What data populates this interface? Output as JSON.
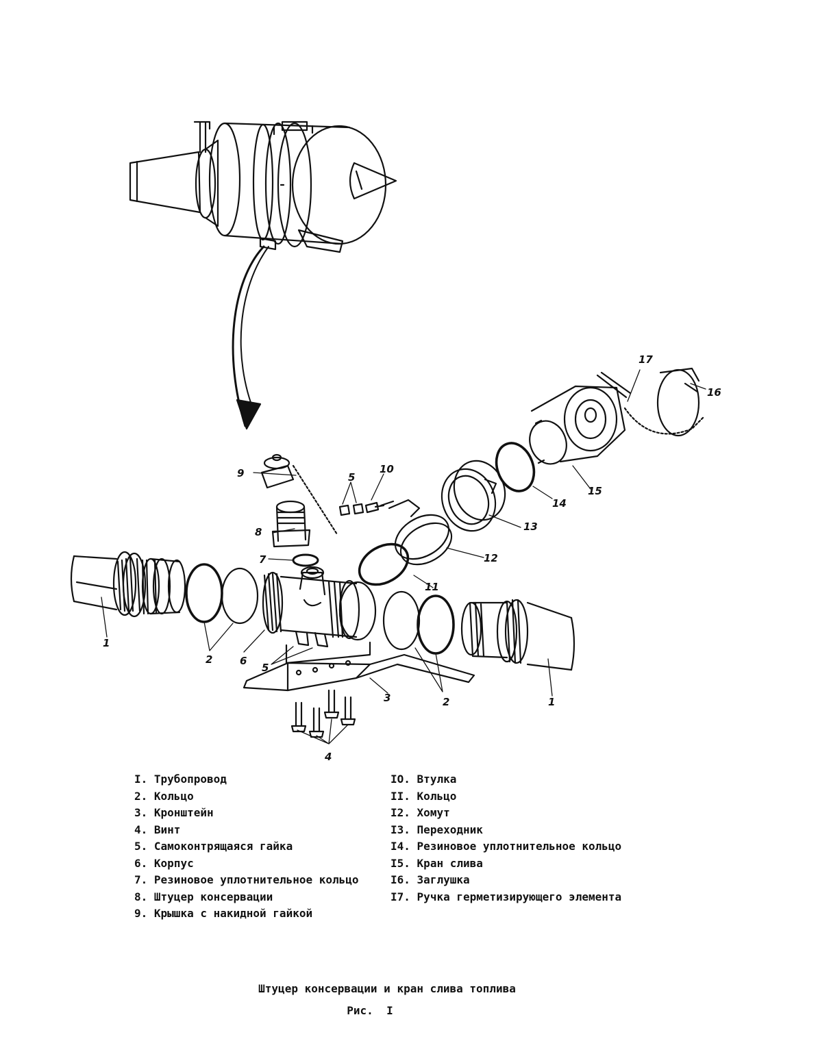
{
  "callouts": {
    "c1_left": "1",
    "c1_right": "1",
    "c2_left": "2",
    "c2_right": "2",
    "c3": "3",
    "c4": "4",
    "c5_top": "5",
    "c5_bottom": "5",
    "c6": "6",
    "c7": "7",
    "c8": "8",
    "c9": "9",
    "c10": "10",
    "c11": "11",
    "c12": "12",
    "c13": "13",
    "c14": "14",
    "c15": "15",
    "c16": "16",
    "c17": "17"
  },
  "legend": {
    "left": [
      {
        "num": "I.",
        "text": "Трубопровод"
      },
      {
        "num": "2.",
        "text": "Кольцо"
      },
      {
        "num": "3.",
        "text": "Кронштейн"
      },
      {
        "num": "4.",
        "text": "Винт"
      },
      {
        "num": "5.",
        "text": "Самоконтрящаяся гайка"
      },
      {
        "num": "6.",
        "text": "Корпус"
      },
      {
        "num": "7.",
        "text": "Резиновое уплотнительное кольцо"
      },
      {
        "num": "8.",
        "text": "Штуцер консервации"
      },
      {
        "num": "9.",
        "text": "Крышка с накидной гайкой"
      }
    ],
    "right": [
      {
        "num": "IO.",
        "text": "Втулка"
      },
      {
        "num": "II.",
        "text": "Кольцо"
      },
      {
        "num": "I2.",
        "text": "Хомут"
      },
      {
        "num": "I3.",
        "text": "Переходник"
      },
      {
        "num": "I4.",
        "text": "Резиновое уплотнительное кольцо"
      },
      {
        "num": "I5.",
        "text": "Кран слива"
      },
      {
        "num": "I6.",
        "text": "Заглушка"
      },
      {
        "num": "I7.",
        "text": "Ручка герметизирующего элемента"
      }
    ]
  },
  "caption": {
    "title": "Штуцер консервации и кран слива топлива",
    "figure": "Рис.  I"
  }
}
